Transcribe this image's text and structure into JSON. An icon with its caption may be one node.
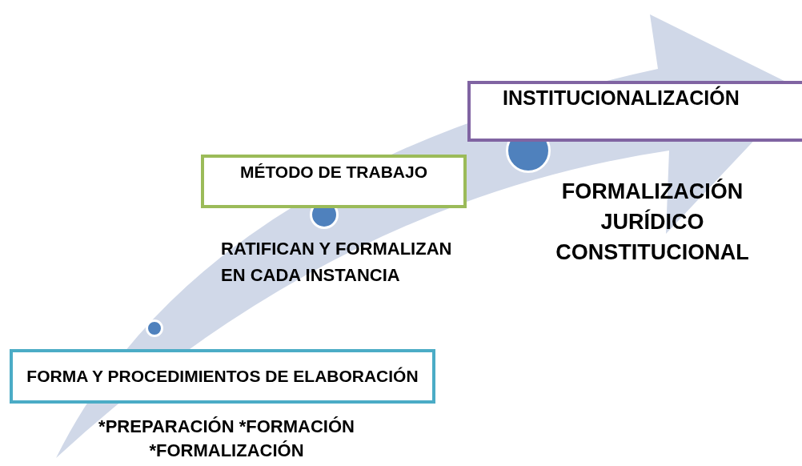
{
  "diagram": {
    "nodes": [
      {
        "text": [
          "FORMA Y PROCEDIMIENTOS DE ELABORACIÓN"
        ],
        "beside": [
          "*PREPARACIÓN *FORMACIÓN *FORMALIZACIÓN"
        ]
      },
      {
        "text": [
          "MÉTODO DE TRABAJO"
        ],
        "beside": [
          "RATIFICAN Y FORMALIZAN EN CADA INSTANCIA"
        ]
      },
      {
        "text": [
          "INSTITUCIONALIZACIÓN"
        ],
        "beside": [
          "FORMALIZACIÓN JURÍDICO CONSTITUCIONAL"
        ]
      }
    ],
    "edges": []
  }
}
